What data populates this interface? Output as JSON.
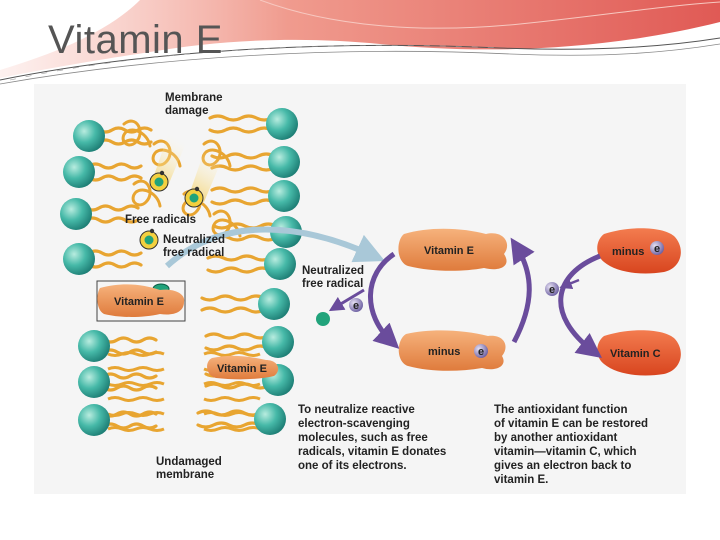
{
  "slide": {
    "title": "Vitamin E"
  },
  "diagram": {
    "labels": {
      "membrane_damage": "Membrane\ndamage",
      "free_radicals": "Free radicals",
      "neutralized_free_radical_left": "Neutralized\nfree radical",
      "vitamin_e_boxed": "Vitamin E",
      "vitamin_e_lower": "Vitamin E",
      "undamaged_membrane": "Undamaged\nmembrane",
      "neutralized_free_radical_center": "Neutralized\nfree radical",
      "cycle_vitamin_e": "Vitamin E",
      "cycle_minus_left": "minus",
      "cycle_minus_right": "minus",
      "cycle_vitamin_c": "Vitamin C",
      "electron": "e",
      "caption_left": "To neutralize reactive\nelectron-scavenging\nmolecules, such as free\nradicals, vitamin E donates\none of its electrons.",
      "caption_right": "The antioxidant function\nof vitamin E can be restored\nby another antioxidant\nvitamin—vitamin C, which\ngives an electron back to\nvitamin E."
    },
    "colors": {
      "phospholipid_head": "#3fb3a3",
      "lipid_tail": "#e8a531",
      "vitamin_e_shape": "#e8894c",
      "vitamin_c_shape": "#e0552c",
      "cycle_arrow": "#6a4c9c",
      "electron": "#8a7fb3",
      "radical_center": "#21a37b",
      "title": "#555555"
    }
  }
}
